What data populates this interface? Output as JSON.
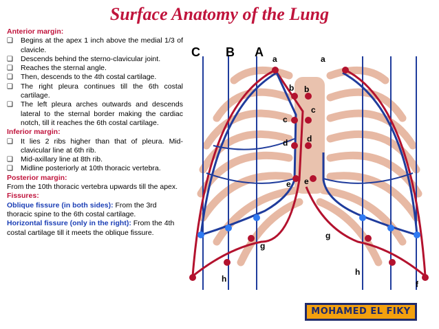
{
  "title": "Surface Anatomy of the Lung",
  "anterior": {
    "heading": "Anterior margin:",
    "items": [
      "Begins at the apex 1 inch above the medial 1/3 of clavicle.",
      "Descends behind the sterno-clavicular joint.",
      "Reaches the sternal angle.",
      "Then, descends to the 4th costal cartilage.",
      "The right pleura continues till the 6th costal cartilage.",
      "The left pleura arches outwards and descends lateral to the sternal border making the cardiac notch, till it reaches the 6th costal cartilage."
    ]
  },
  "inferior": {
    "heading": "Inferior margin:",
    "items": [
      "It lies 2 ribs higher than that of pleura. Mid-clavicular line at 6th rib.",
      "Mid-axillary line at 8th rib.",
      "Midline posteriorly at 10th thoracic vertebra."
    ]
  },
  "posterior": {
    "heading": "Posterior margin:",
    "text": "From the 10th thoracic vertebra upwards till the apex."
  },
  "fissures": {
    "heading": "Fissures:",
    "oblique_label": "Oblique fissure (in both sides):",
    "oblique_text": " From the 3rd thoracic spine to the 6th costal cartilage.",
    "horizontal_label": "Horizontal fissure (only in the right):",
    "horizontal_text": " From the 4th costal cartilage till it meets the oblique fissure."
  },
  "figure": {
    "lines": [
      "C",
      "B",
      "A"
    ],
    "points": {
      "a": "a",
      "b": "b",
      "c": "c",
      "d": "d",
      "e": "e",
      "f": "f",
      "g": "g",
      "h": "h"
    }
  },
  "author": "MOHAMED EL FIKY",
  "colors": {
    "heading": "#c0143c",
    "fissure": "#1c3fb5",
    "pleura": "#b3122e",
    "lung": "#1f3c9c",
    "rib": "#e7b9a4",
    "badge": "#f3a00e"
  }
}
